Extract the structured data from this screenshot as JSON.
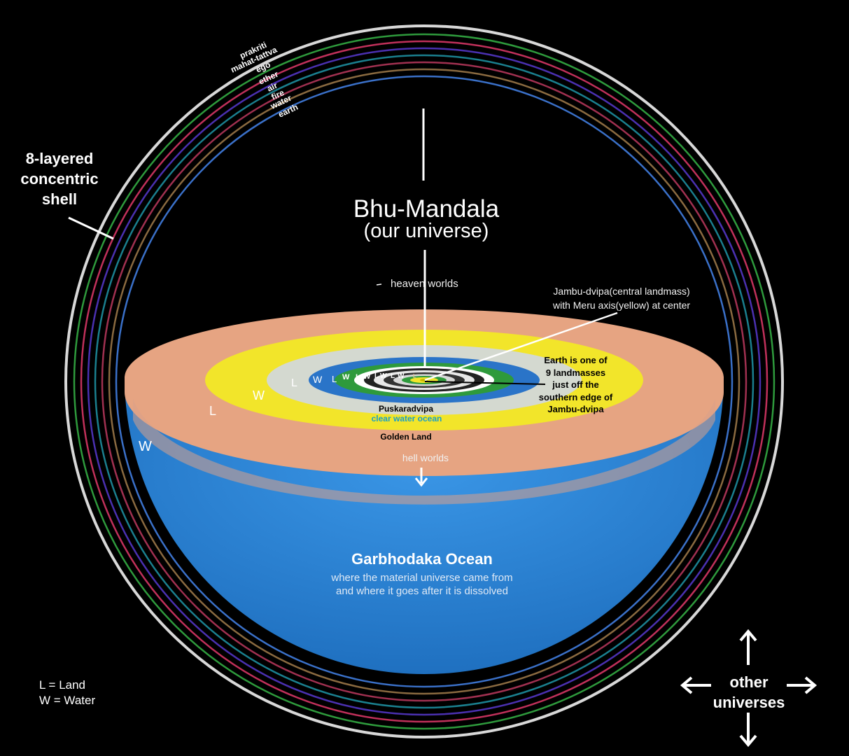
{
  "shell_layers": {
    "labels": [
      "prakriti",
      "mahat-tattva",
      "ego",
      "ether",
      "air",
      "fire",
      "water",
      "earth"
    ],
    "colors": [
      "#d8d8d8",
      "#2e9a3c",
      "#c0305a",
      "#4a30b0",
      "#1a7f8e",
      "#a03050",
      "#8a6a40",
      "#3a70c8"
    ]
  },
  "shell_title": [
    "8-layered",
    "concentric",
    "shell"
  ],
  "universe": {
    "title": "Bhu-Mandala",
    "subtitle": "(our universe)"
  },
  "labels": {
    "heaven": "heaven worlds",
    "hell": "hell worlds",
    "jambu_line1": "Jambu-dvipa(central landmass)",
    "jambu_line2": "with Meru axis(yellow) at center",
    "earth_lines": [
      "Earth is one of",
      "9 landmasses",
      "just off the",
      "southern edge of",
      "Jambu-dvipa"
    ],
    "puskara": "Puskaradvipa",
    "clear_water": "clear water ocean",
    "golden": "Golden Land",
    "ocean_title": "Garbhodaka Ocean",
    "ocean_desc1": "where the material universe came from",
    "ocean_desc2": "and where it goes after it is dissolved"
  },
  "lw_markers": {
    "outer": [
      "W",
      "L",
      "W",
      "L",
      "W",
      "L"
    ],
    "inner": [
      "L",
      "W",
      "L",
      "W",
      "L",
      "W",
      "L",
      "W",
      "L"
    ]
  },
  "legend": {
    "land": "L  = Land",
    "water": "W = Water"
  },
  "other_universes": [
    "other",
    "universes"
  ],
  "colors": {
    "background": "#000000",
    "garbhodaka": "#2a80d4",
    "golden_land": "#e6a482",
    "clear_water_ocean": "#f2e52a",
    "puskaradvipa": "#d4d9d0",
    "inner_ocean": "#2a74c8",
    "inner_land": "#2e9a3c",
    "meru": "#f2e52a"
  }
}
